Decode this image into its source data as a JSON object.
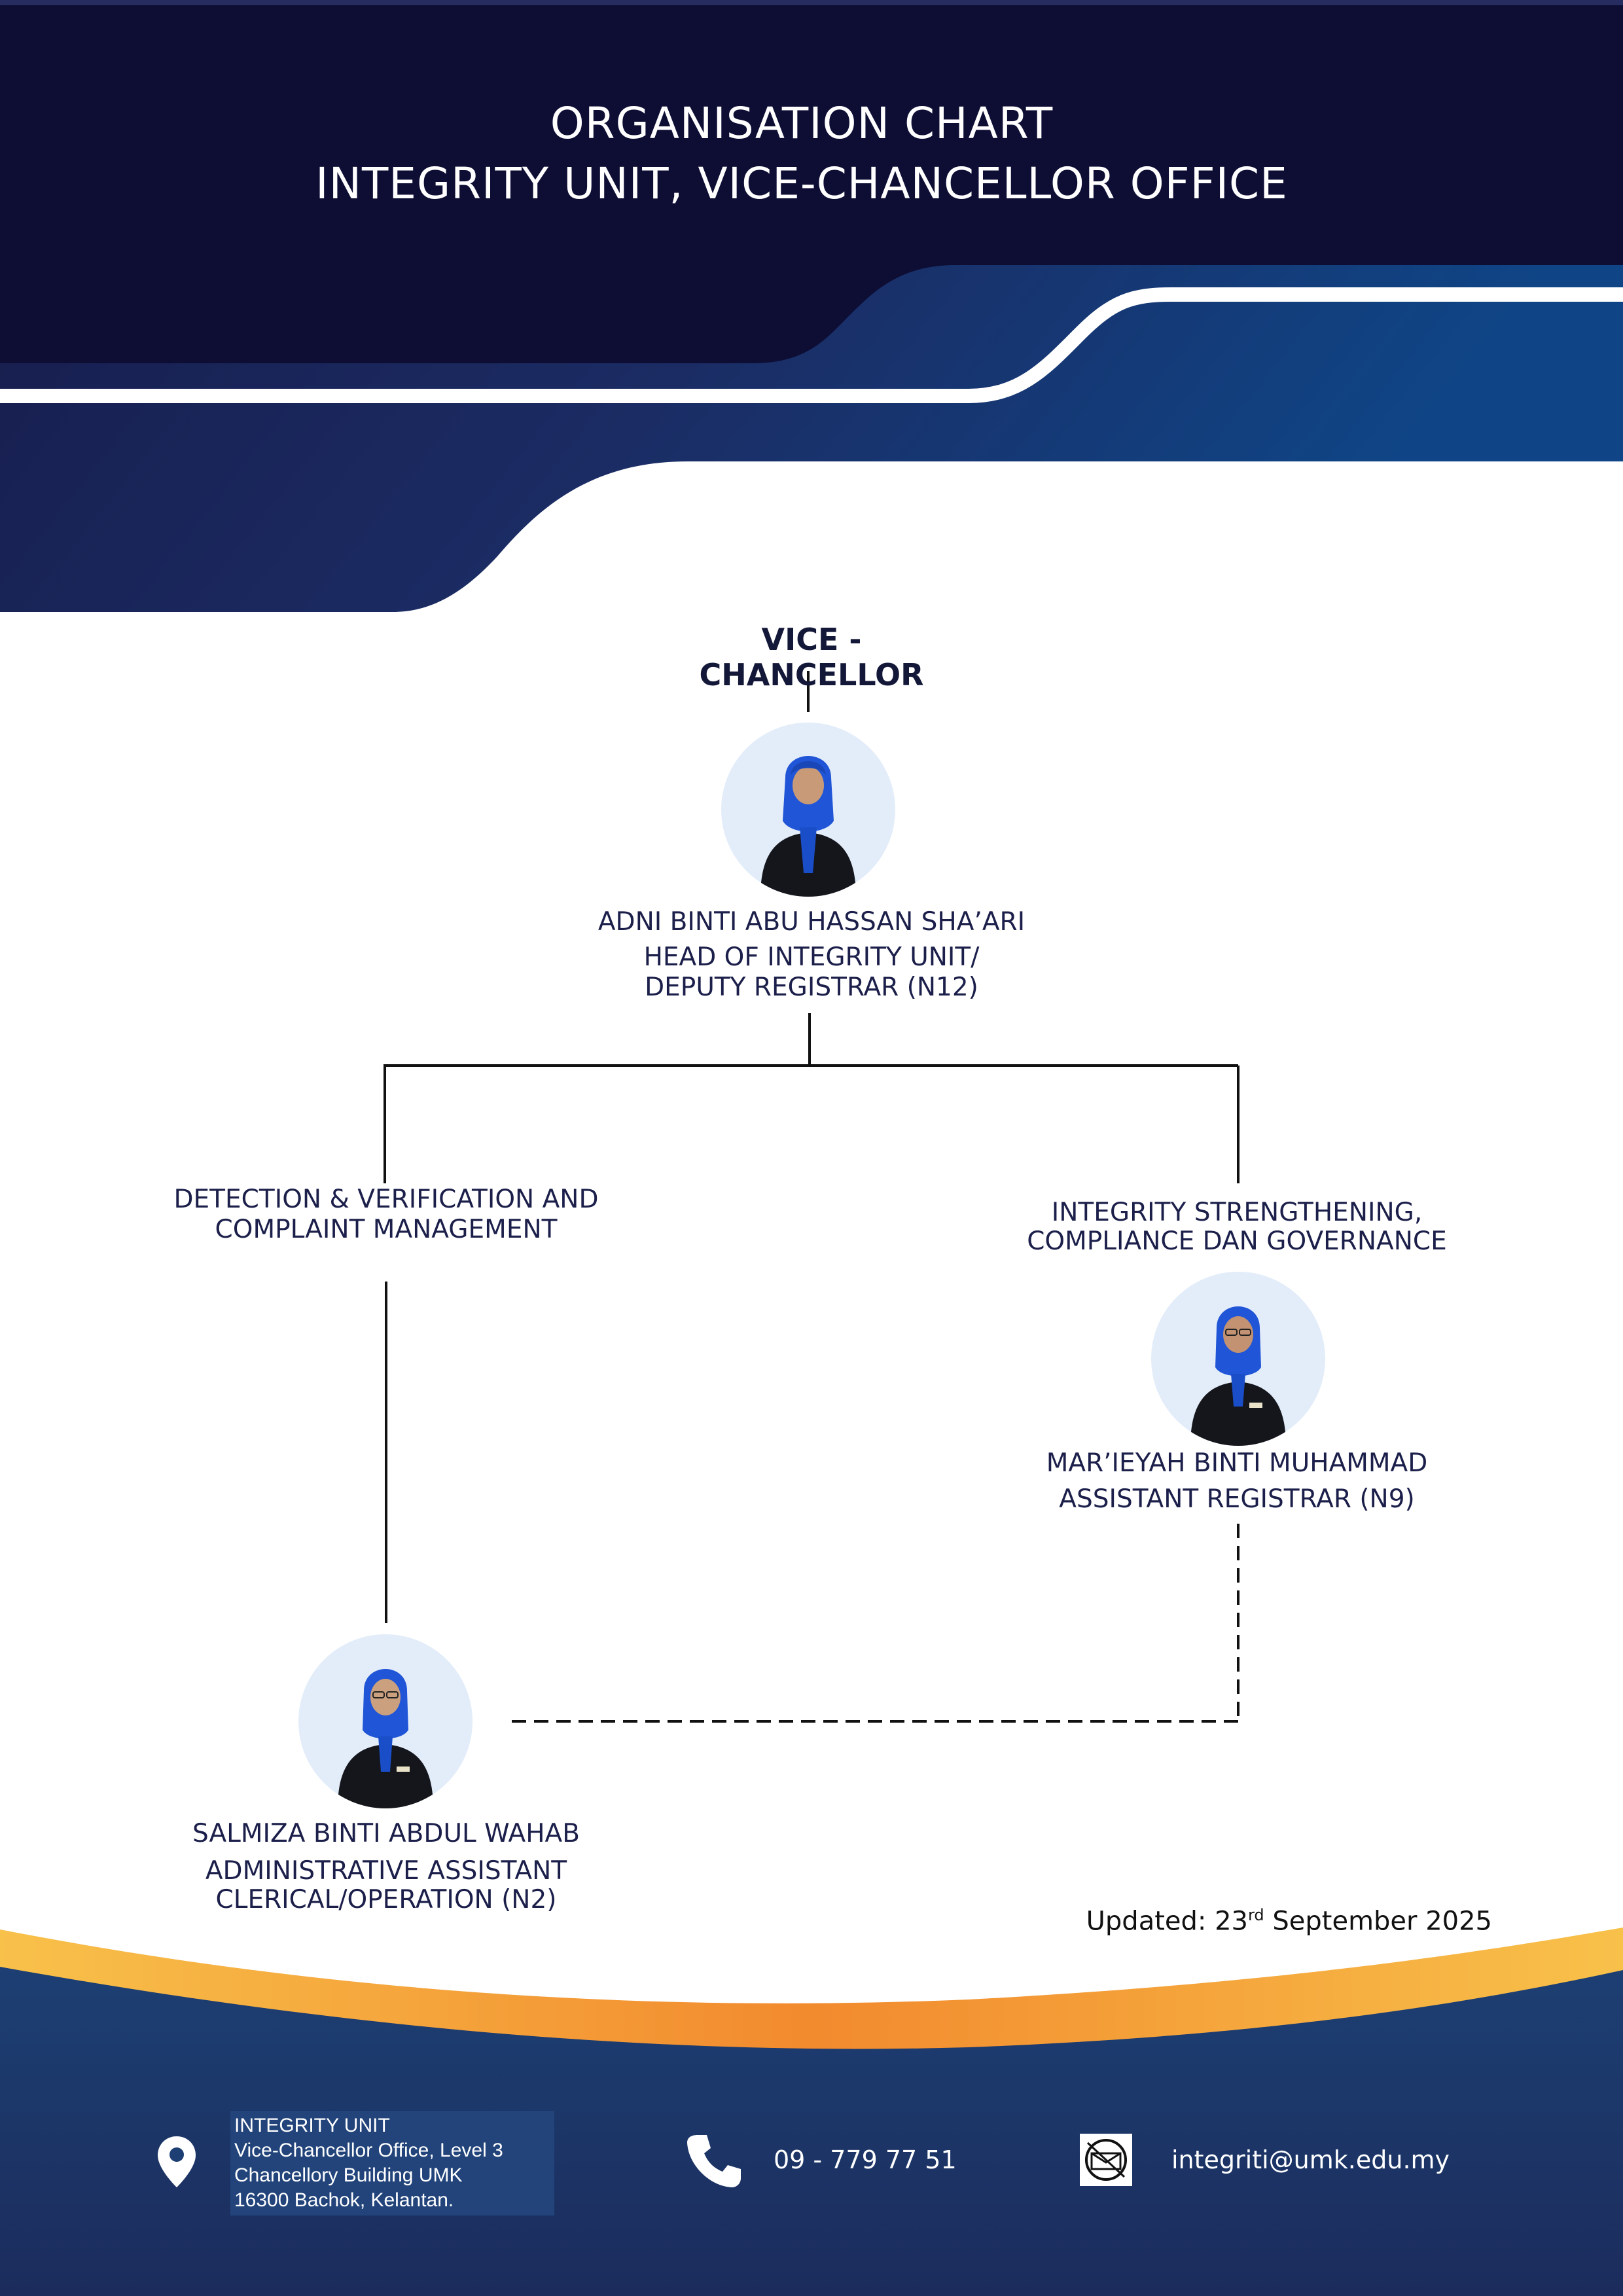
{
  "header": {
    "title_line1": "ORGANISATION CHART",
    "title_line2": "INTEGRITY UNIT, VICE-CHANCELLOR OFFICE"
  },
  "chart": {
    "top_role": "VICE - CHANCELLOR",
    "head": {
      "name": "ADNI BINTI ABU HASSAN SHA’ARI",
      "position_line1": "HEAD OF INTEGRITY UNIT/",
      "position_line2": "DEPUTY REGISTRAR (N12)"
    },
    "section_left": {
      "line1": "DETECTION & VERIFICATION AND",
      "line2": "COMPLAINT MANAGEMENT"
    },
    "section_right": {
      "line1": "INTEGRITY STRENGTHENING,",
      "line2": "COMPLIANCE DAN GOVERNANCE"
    },
    "right_member": {
      "name": "MAR’IEYAH BINTI MUHAMMAD",
      "position": "ASSISTANT REGISTRAR (N9)"
    },
    "left_member": {
      "name": "SALMIZA BINTI ABDUL WAHAB",
      "position_line1": "ADMINISTRATIVE ASSISTANT",
      "position_line2": "CLERICAL/OPERATION (N2)"
    }
  },
  "updated": {
    "prefix": "Updated: 23",
    "suffix": "rd",
    "rest": " September 2025"
  },
  "footer": {
    "address": {
      "line1": "INTEGRITY UNIT",
      "line2": "Vice-Chancellor Office, Level 3",
      "line3": "Chancellory Building UMK",
      "line4": "16300 Bachok, Kelantan."
    },
    "phone": "09 - 779  77 51",
    "email": "integriti@umk.edu.my",
    "icons": [
      "location-pin-icon",
      "phone-icon",
      "email-badge-icon"
    ]
  },
  "colors": {
    "navy_dark": "#0e0e35",
    "navy": "#1a2a5e",
    "blue": "#14407e",
    "accent_orange": "#f28a30",
    "accent_yellow": "#f7c84a",
    "hijab_blue": "#1f55d6"
  }
}
